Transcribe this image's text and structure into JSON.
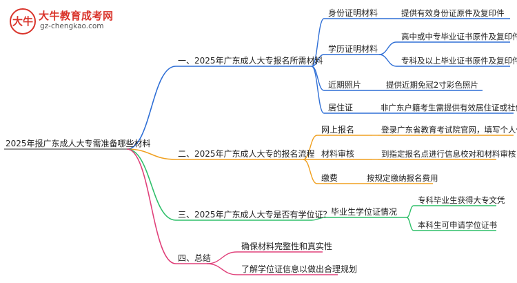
{
  "watermark": {
    "title": "大牛教育成考网",
    "url": "gz-chengkao.com",
    "mark": "大牛"
  },
  "root": "2025年报广东成人大专需准备哪些材料",
  "branches": [
    {
      "label": "一、2025年广东成人大专报名所需材料",
      "color": "#2f6fd6",
      "children": [
        {
          "label": "身份证明材料",
          "children": [
            "提供有效身份证原件及复印件"
          ]
        },
        {
          "label": "学历证明材料",
          "children": [
            "高中或中专毕业证书原件及复印件",
            "专科及以上毕业证书原件及复印件"
          ]
        },
        {
          "label": "近期照片",
          "children": [
            "提供近期免冠2寸彩色照片"
          ]
        },
        {
          "label": "居住证",
          "children": [
            "非广东户籍考生需提供有效居住证或社保证明"
          ]
        }
      ]
    },
    {
      "label": "二、2025年广东成人大专的报名流程",
      "color": "#f0a020",
      "children": [
        {
          "label": "网上报名",
          "children": [
            "登录广东省教育考试院官网，填写个人信息"
          ]
        },
        {
          "label": "材料审核",
          "children": [
            "到指定报名点进行信息校对和材料审核"
          ]
        },
        {
          "label": "缴费",
          "children": [
            "按规定缴纳报名费用"
          ]
        }
      ]
    },
    {
      "label": "三、2025年广东成人大专是否有学位证？",
      "color": "#2fbf6a",
      "children": [
        {
          "label": "毕业生学位证情况",
          "children": [
            "专科毕业生获得大专文凭",
            "本科生可申请学位证书"
          ]
        }
      ]
    },
    {
      "label": "四、总结",
      "color": "#e0407a",
      "children": [
        {
          "label": "确保材料完整性和真实性",
          "children": []
        },
        {
          "label": "了解学位证信息以做出合理规划",
          "children": []
        }
      ]
    }
  ]
}
